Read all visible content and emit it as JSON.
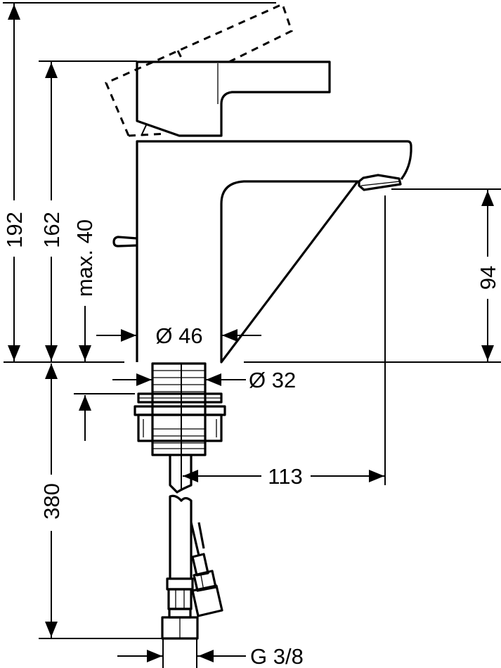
{
  "drawing": {
    "dimensions": {
      "total_height": "192",
      "handle_height": "162",
      "max_countertop": "max. 40",
      "spout_height": "94",
      "body_diameter": "Ø 46",
      "shank_diameter": "Ø 32",
      "spout_reach": "113",
      "hose_length": "380",
      "connection_thread": "G 3/8"
    },
    "line_color": "#000000",
    "background": "#ffffff"
  }
}
